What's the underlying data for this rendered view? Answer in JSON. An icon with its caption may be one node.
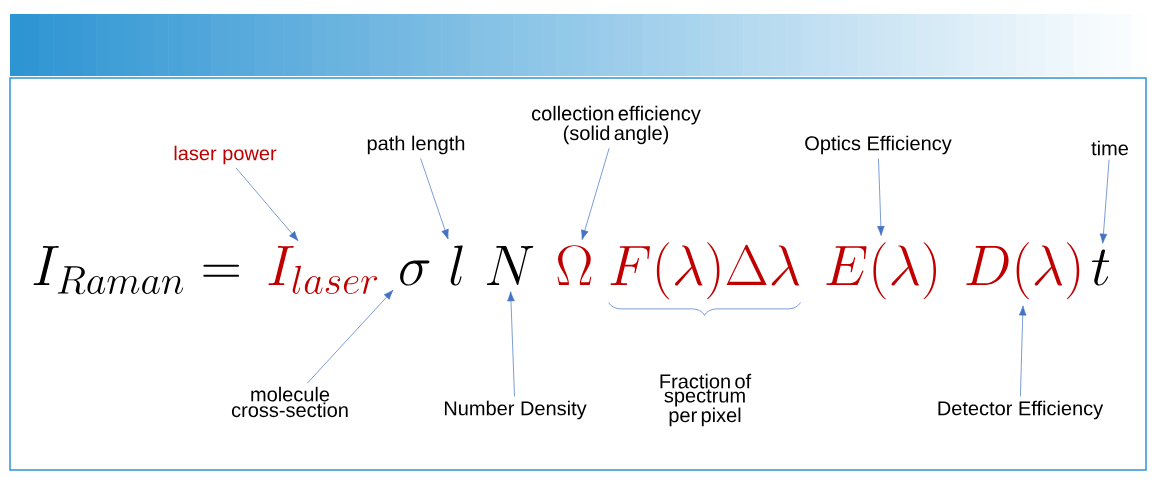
{
  "diagram": {
    "nodes": [
      {
        "text": [
          "laser power"
        ]
      },
      {
        "text": [
          "path length"
        ]
      },
      {
        "text": [
          "collection efficiency (solid angle)"
        ]
      },
      {
        "text": [
          "Optics Efficiency"
        ]
      },
      {
        "text": [
          "time"
        ]
      },
      {
        "text": [
          "molecule cross-section"
        ]
      },
      {
        "text": [
          "Number Density"
        ]
      },
      {
        "text": [
          "Detector Efficiency"
        ]
      },
      {
        "text": [
          "I_{laser}"
        ]
      },
      {
        "text": [
          "\\sigma"
        ]
      },
      {
        "text": [
          "l"
        ]
      },
      {
        "text": [
          "N"
        ]
      },
      {
        "text": [
          "\\Omega"
        ]
      },
      {
        "text": [
          "E(\\lambda)"
        ]
      },
      {
        "text": [
          "D(\\lambda)"
        ]
      },
      {
        "text": [
          "t"
        ]
      }
    ],
    "edges": [
      {
        "from": 0,
        "to": 8,
        "arrow": "to"
      },
      {
        "from": 1,
        "to": 10,
        "arrow": "to"
      },
      {
        "from": 2,
        "to": 12,
        "arrow": "to"
      },
      {
        "from": 3,
        "to": 13,
        "arrow": "to"
      },
      {
        "from": 4,
        "to": 15,
        "arrow": "to"
      },
      {
        "from": 5,
        "to": 9,
        "arrow": "to"
      },
      {
        "from": 6,
        "to": 11,
        "arrow": "to"
      },
      {
        "from": 7,
        "to": 14,
        "arrow": "to"
      }
    ],
    "labels": [
      "I_{Raman} =",
      "F(\\lambda)\\Delta\\lambda",
      "Fraction of spectrum per pixel"
    ]
  }
}
